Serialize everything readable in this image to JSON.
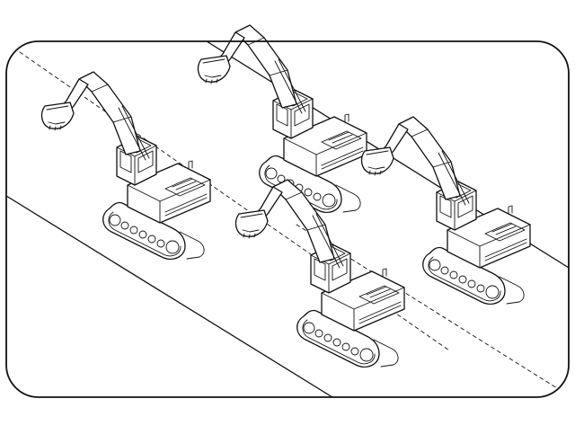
{
  "diagram": {
    "kind": "top-down illustration of excavators on a road",
    "frame": {
      "shape": "rounded-rectangle",
      "stroke": "#111111",
      "background": "#ffffff"
    },
    "road_edges": {
      "style": "solid",
      "count": 2
    },
    "lane_dividers": {
      "style": "dashed",
      "count": 2
    },
    "vehicles": [
      {
        "id": "excavator-1",
        "type": "excavator"
      },
      {
        "id": "excavator-2",
        "type": "excavator"
      },
      {
        "id": "excavator-3",
        "type": "excavator"
      },
      {
        "id": "excavator-4",
        "type": "excavator"
      }
    ]
  }
}
